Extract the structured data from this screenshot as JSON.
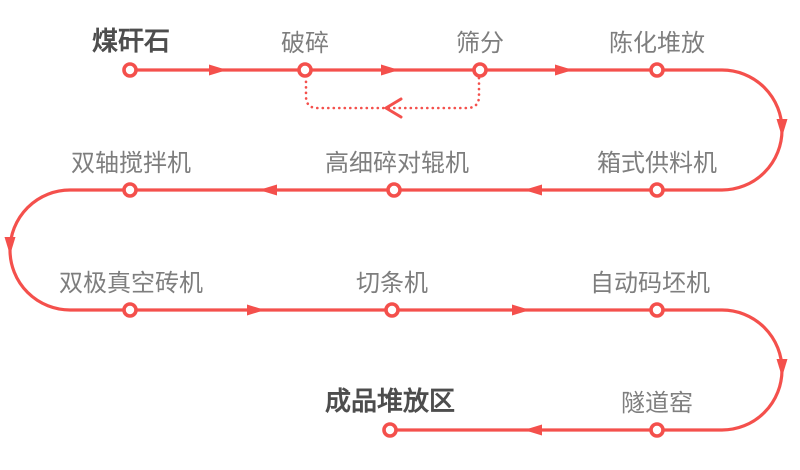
{
  "diagram": {
    "type": "process-flow",
    "palette": {
      "line": "#f4504c",
      "label": "#7e7e7e",
      "labelStrong": "#4d4d4d",
      "bg": "#ffffff"
    },
    "stages": [
      {
        "label": "煤矸石",
        "emphasis": true
      },
      {
        "label": "破碎",
        "emphasis": false
      },
      {
        "label": "筛分",
        "emphasis": false
      },
      {
        "label": "陈化堆放",
        "emphasis": false
      },
      {
        "label": "箱式供料机",
        "emphasis": false
      },
      {
        "label": "高细碎对辊机",
        "emphasis": false
      },
      {
        "label": "双轴搅拌机",
        "emphasis": false
      },
      {
        "label": "双极真空砖机",
        "emphasis": false
      },
      {
        "label": "切条机",
        "emphasis": false
      },
      {
        "label": "自动码坯机",
        "emphasis": false
      },
      {
        "label": "隧道窑",
        "emphasis": false
      },
      {
        "label": "成品堆放区",
        "emphasis": true
      }
    ],
    "feedback_loop": {
      "from": "筛分",
      "to": "破碎",
      "style": "dotted-return-arrow"
    }
  }
}
